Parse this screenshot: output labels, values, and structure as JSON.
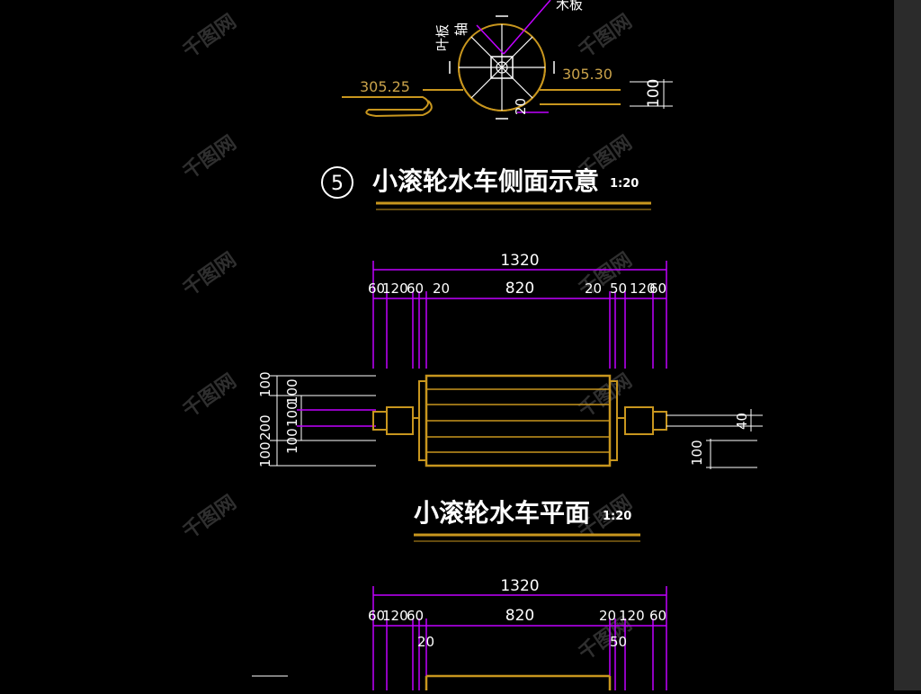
{
  "top_detail": {
    "level_left": "305.25",
    "level_right": "305.30",
    "dim_100": "100",
    "dim_20": "20",
    "label_a": "叶板",
    "label_b": "轴",
    "label_c": "木板"
  },
  "section_side": {
    "marker_number": "5",
    "title": "小滚轮水车侧面示意",
    "scale": "1:20"
  },
  "plan": {
    "total_width": "1320",
    "segments": [
      "60",
      "120",
      "60",
      "20",
      "820",
      "20",
      "50",
      "120",
      "60"
    ],
    "left_dims": [
      "100",
      "200",
      "100",
      "100",
      "100",
      "100"
    ],
    "right_dim_40": "40",
    "right_dim_100": "100",
    "title": "小滚轮水车平面",
    "scale": "1:20"
  },
  "plan2": {
    "total_width": "1320",
    "segments_top": [
      "60",
      "120",
      "60",
      "820",
      "20",
      "120",
      "60"
    ],
    "seg_20": "20",
    "seg_50": "50"
  },
  "colors": {
    "magenta": "#c000ff",
    "gold": "#c8961e",
    "white": "#ffffff"
  },
  "watermark": "千图网"
}
